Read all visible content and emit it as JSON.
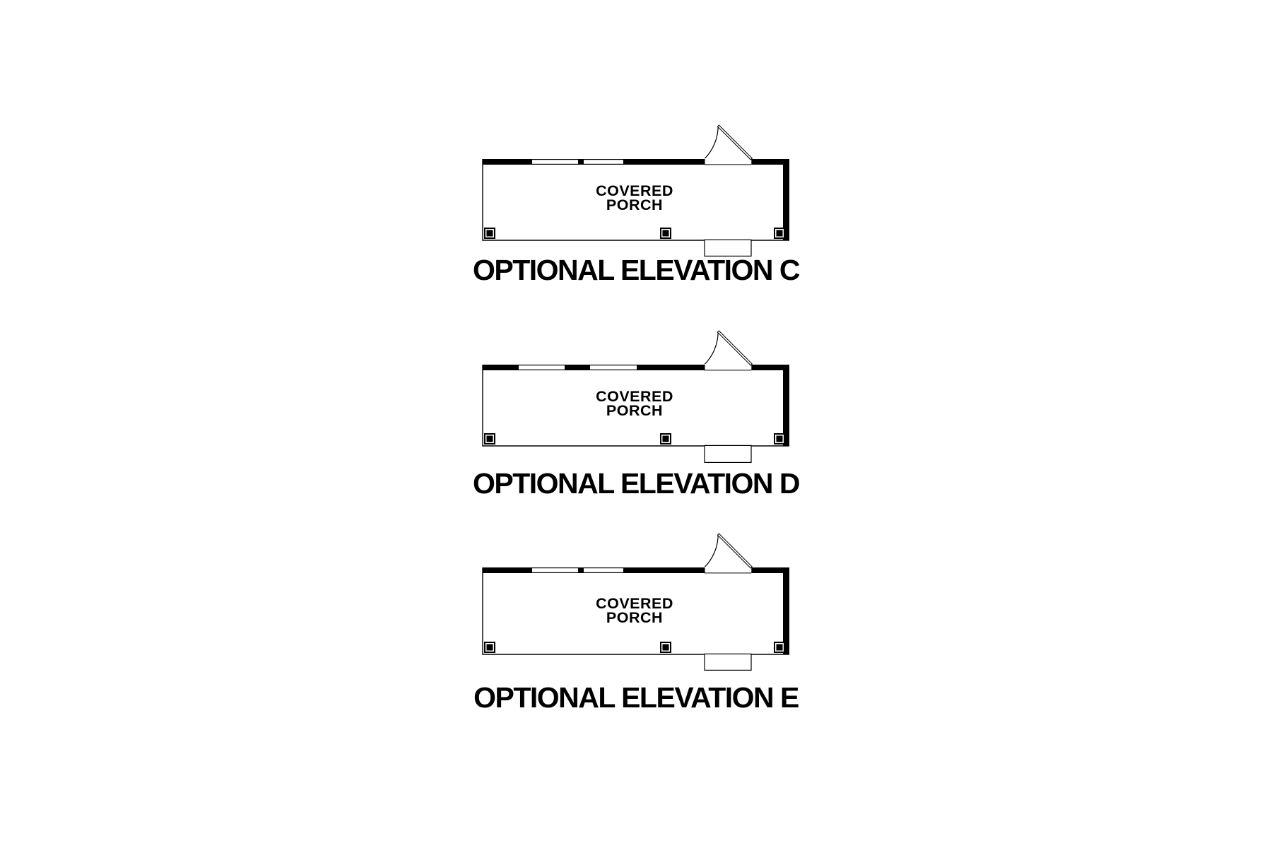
{
  "canvas": {
    "background_color": "#ffffff",
    "ink_color": "#000000"
  },
  "diagrams": [
    {
      "room_label_line1": "COVERED",
      "room_label_line2": "PORCH",
      "title": "OPTIONAL ELEVATION C"
    },
    {
      "room_label_line1": "COVERED",
      "room_label_line2": "PORCH",
      "title": "OPTIONAL ELEVATION D"
    },
    {
      "room_label_line1": "COVERED",
      "room_label_line2": "PORCH",
      "title": "OPTIONAL ELEVATION E"
    }
  ]
}
